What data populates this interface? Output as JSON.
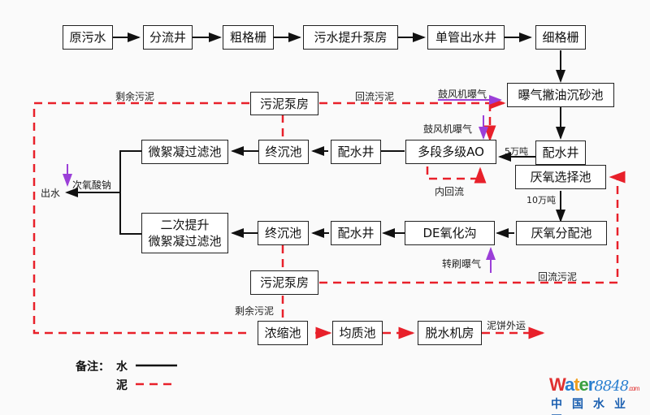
{
  "boxes": {
    "raw_water": "原污水",
    "diversion_well": "分流井",
    "coarse_screen": "粗格栅",
    "lift_pump": "污水提升泵房",
    "single_pipe_outlet": "单管出水井",
    "fine_screen": "细格栅",
    "aerated_grit": "曝气撇油沉砂池",
    "sludge_pump_top": "污泥泵房",
    "distribution_well_right": "配水井",
    "anaerobic_selector": "厌氧选择池",
    "multi_ao": "多段多级AO",
    "distribution_well_top": "配水井",
    "final_clarifier_top": "终沉池",
    "micro_floc_filter_top": "微絮凝过滤池",
    "anaerobic_distribution": "厌氧分配池",
    "de_ditch": "DE氧化沟",
    "distribution_well_bottom": "配水井",
    "final_clarifier_bottom": "终沉池",
    "secondary_lift_filter_line1": "二次提升",
    "secondary_lift_filter_line2": "微絮凝过滤池",
    "sludge_pump_bottom": "污泥泵房",
    "thickener": "浓缩池",
    "homogenizer": "均质池",
    "dewatering": "脱水机房"
  },
  "labels": {
    "excess_sludge_top": "剩余污泥",
    "return_sludge_top": "回流污泥",
    "blower_aeration_1": "鼓风机曝气",
    "blower_aeration_2": "鼓风机曝气",
    "flow_5": "5万吨",
    "flow_10": "10万吨",
    "internal_recycle": "内回流",
    "sodium_hypochlorite": "次氧酸钠",
    "effluent": "出水",
    "brush_aeration": "转刷曝气",
    "return_sludge_bottom": "回流污泥",
    "excess_sludge_bottom": "剩余污泥",
    "sludge_cake": "泥饼外运"
  },
  "legend": {
    "title": "备注：",
    "water": "水",
    "sludge": "泥"
  },
  "colors": {
    "water_line": "#111111",
    "sludge_line": "#e8202a",
    "aeration_arrow": "#9b3fd8"
  },
  "logo": {
    "brand_w": "W",
    "brand_a": "a",
    "brand_t": "t",
    "brand_e": "e",
    "brand_r": "r",
    "brand_num": "8848",
    "brand_com": ".com",
    "subtitle": "中国水业网"
  }
}
